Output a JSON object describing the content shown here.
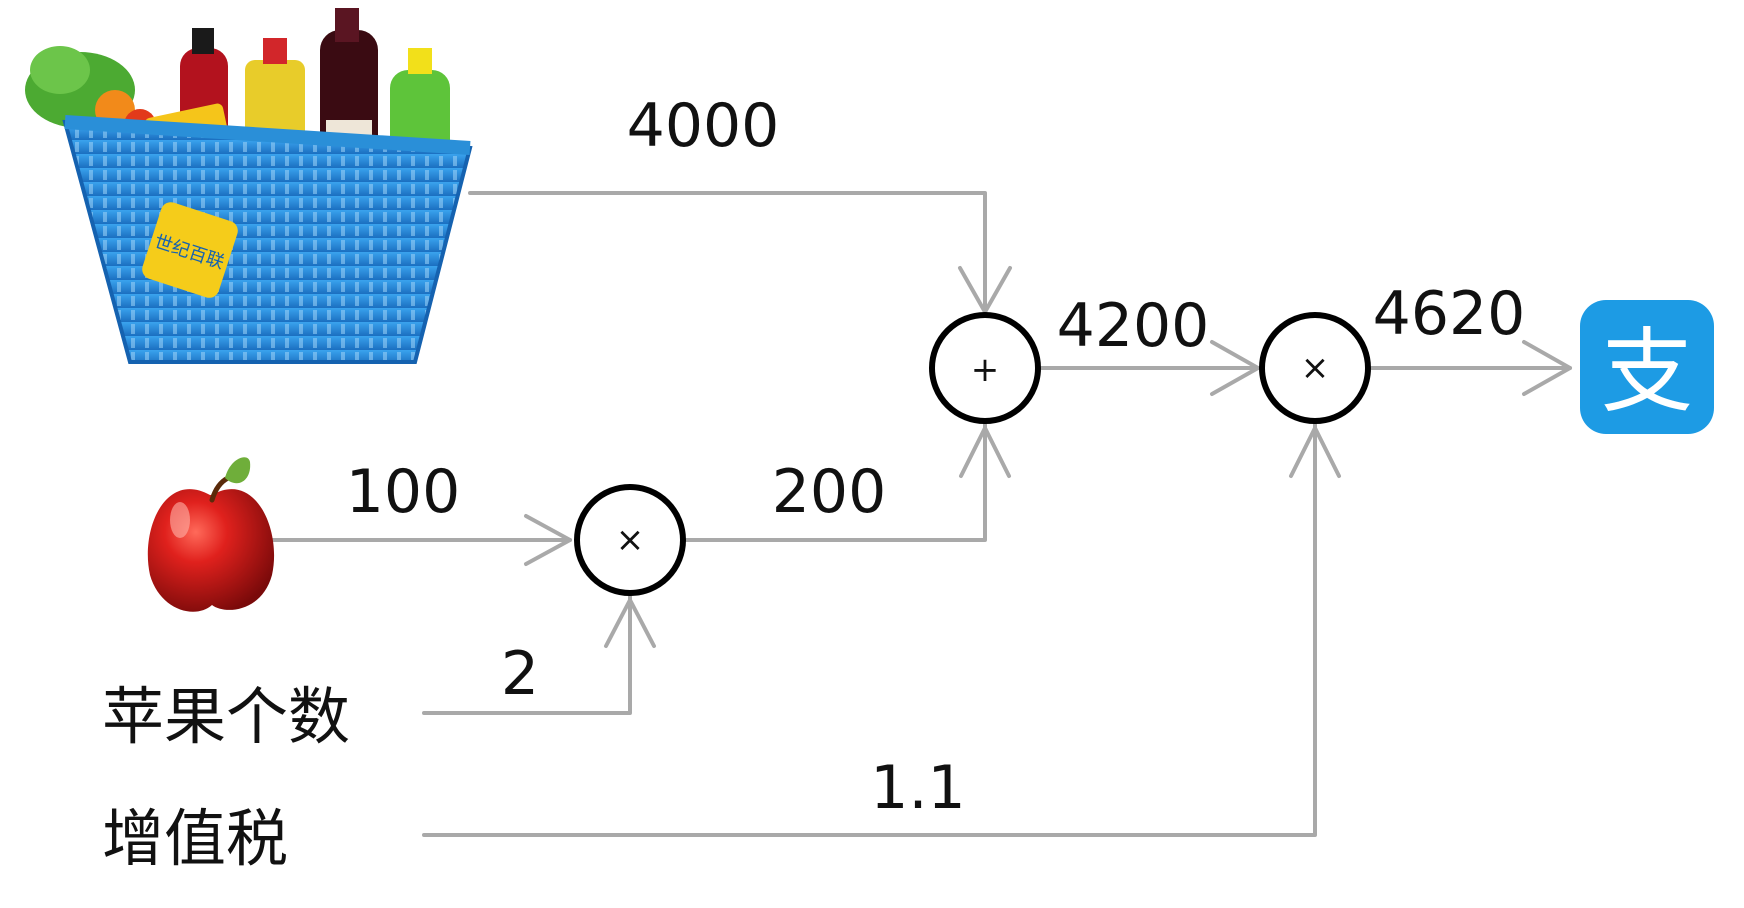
{
  "labels": {
    "apple_count": "苹果个数",
    "vat": "增值税"
  },
  "values": {
    "basket": "4000",
    "apple_price": "100",
    "apple_count": "2",
    "apple_total": "200",
    "subtotal": "4200",
    "tax": "1.1",
    "final": "4620"
  },
  "operators": {
    "mul_apple": "×",
    "add": "+",
    "mul_tax": "×"
  },
  "icons": {
    "basket": "shopping-basket",
    "apple": "apple",
    "payment": "alipay-logo"
  },
  "basket_logo_text": "世纪百联",
  "alipay_glyph": "支",
  "colors": {
    "edge": "#a9a9a9",
    "node_stroke": "#000000",
    "alipay_blue": "#1d9be4",
    "basket_blue": "#2a8fd8",
    "apple_red": "#c8141a"
  }
}
